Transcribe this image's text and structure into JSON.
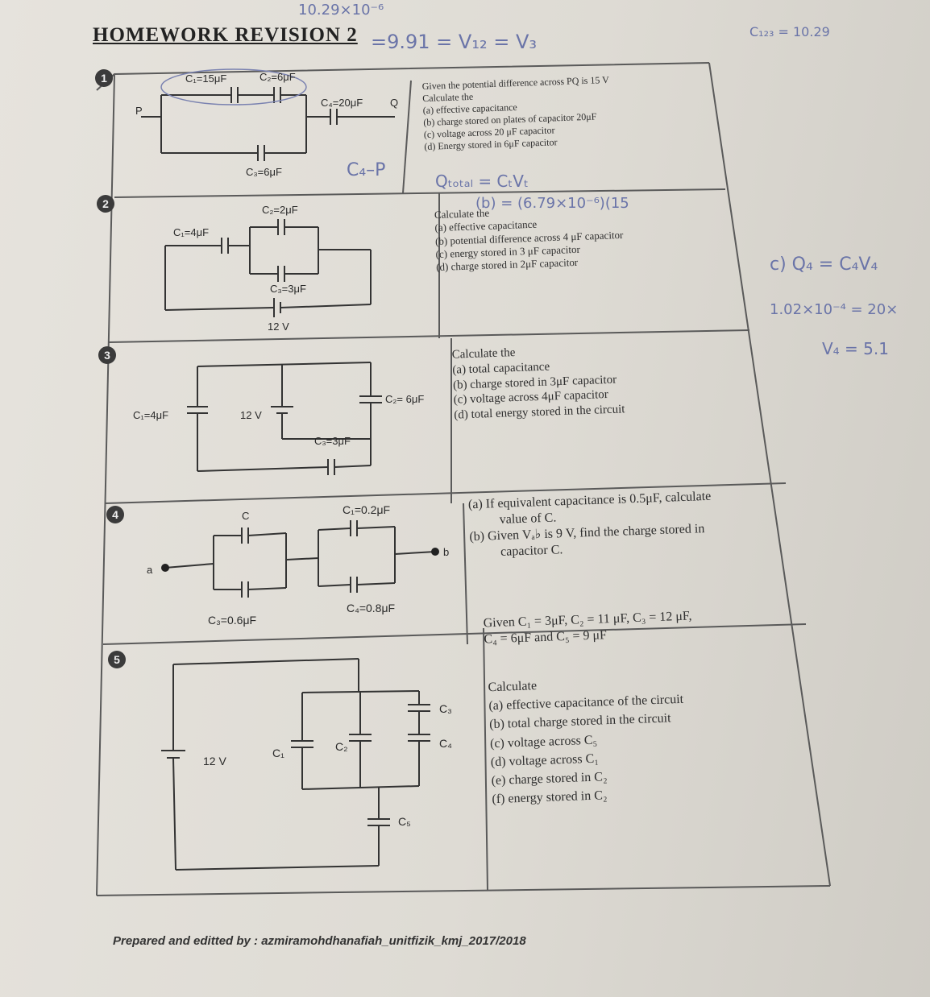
{
  "title": "HOMEWORK REVISION 2",
  "footer": "Prepared and editted by : azmiramohdhanafiah_unitfizik_kmj_2017/2018",
  "q1": {
    "number": "1",
    "labels": {
      "c1": "C₁=15μF",
      "c2": "C₂=6μF",
      "c4": "C₄=20μF",
      "c3": "C₃=6μF",
      "p": "P",
      "q": "Q"
    },
    "lines": [
      "Given the potential difference across PQ is 15 V",
      "Calculate the",
      "(a) effective capacitance",
      "(b) charge stored on plates of capacitor 20μF",
      "(c) voltage across 20 μF capacitor",
      "(d) Energy stored in 6μF capacitor"
    ]
  },
  "q2": {
    "number": "2",
    "labels": {
      "c1": "C₁=4μF",
      "c2": "C₂=2μF",
      "c3": "C₃=3μF",
      "v": "12 V"
    },
    "lines": [
      "Calculate the",
      "(a) effective capacitance",
      "(b) potential difference across 4 μF capacitor",
      "(c) energy stored in 3 μF capacitor",
      "(d) charge stored in 2μF capacitor"
    ]
  },
  "q3": {
    "number": "3",
    "labels": {
      "c1": "C₁=4μF",
      "c2": "C₂= 6μF",
      "c3": "C₃=3μF",
      "v": "12 V"
    },
    "lines": [
      "Calculate the",
      "(a) total capacitance",
      "(b) charge stored in 3μF capacitor",
      "(c) voltage across 4μF capacitor",
      "(d) total energy stored in the circuit"
    ]
  },
  "q4": {
    "number": "4",
    "labels": {
      "c": "C",
      "c1": "C₁=0.2μF",
      "c3": "C₃=0.6μF",
      "c4": "C₄=0.8μF",
      "a": "a",
      "b": "b"
    },
    "lines": [
      "(a) If equivalent capacitance is 0.5μF, calculate",
      "value of C.",
      "(b) Given Vₐ♭ is 9 V, find the charge stored in",
      "capacitor C."
    ]
  },
  "q5": {
    "number": "5",
    "labels": {
      "c1": "C₁",
      "c2": "C₂",
      "c3": "C₃",
      "c4": "C₄",
      "c5": "C₅",
      "v": "12 V"
    },
    "given": [
      "Given C₁ = 3μF, C₂ = 11 μF, C₃ = 12 μF,",
      "C₄ = 6μF and C₅ = 9 μF"
    ],
    "lines": [
      "Calculate",
      "(a) effective capacitance of the circuit",
      "(b) total charge stored in the circuit",
      "(c) voltage across C₅",
      "(d) voltage across C₁",
      "(e) charge stored in C₂",
      "(f) energy stored in C₂"
    ]
  },
  "handwriting": {
    "h1": "10.29×10⁻⁶",
    "h2": "=9.91 = V₁₂ = V₃",
    "h3": "C₁₂₃ = 10.29",
    "h4": "C₄–P",
    "h5": "Qₜₒₜₐₗ = CₜVₜ",
    "h6": "(b) = (6.79×10⁻⁶)(15",
    "h7": "c) Q₄ = C₄V₄",
    "h8": "1.02×10⁻⁴ = 20×",
    "h9": "V₄ = 5.1"
  }
}
